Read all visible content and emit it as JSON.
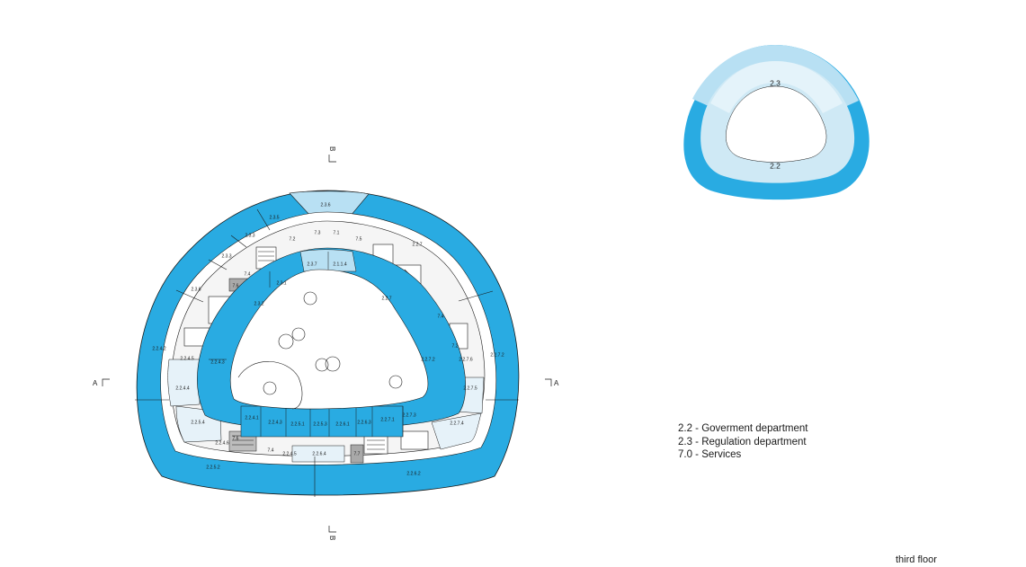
{
  "colors": {
    "dept_2_2": "#29abe2",
    "dept_2_3": "#b8e0f3",
    "light_room": "#e6f2f9",
    "service": "#a9a9a9",
    "outline": "#1a1a1a"
  },
  "outer_ring_labels": [
    "2.3.6",
    "2.3.5",
    "2.3.3",
    "2.3.3",
    "2.3.6",
    "2.2.4.2",
    "2.2.5.2",
    "2.2.6.2",
    "2.2.7.2",
    "2.2.7"
  ],
  "inner_ring_labels": [
    "2.3.7",
    "2.1.1.4",
    "2.3.1",
    "2.3.2",
    "2.2.4.3",
    "2.2.7",
    "2.2.7.2"
  ],
  "corridor_labels": [
    "7.3",
    "7.1",
    "7.2",
    "7.5",
    "7.4",
    "7.6",
    "7.4",
    "7.2",
    "2.2.7.6",
    "2.2.4.5",
    "2.2.4.4",
    "2.2.5.4",
    "2.2.7.5",
    "2.2.7.4",
    "7.6",
    "7.4",
    "2.2.4.5",
    "2.2.6.4",
    "7.7",
    "2.2.4.6"
  ],
  "bottom_row_labels": [
    "2.2.4.1",
    "2.2.4.3",
    "2.2.5.1",
    "2.2.5.3",
    "2.2.6.1",
    "2.2.6.3",
    "2.2.7.1",
    "2.2.7.3"
  ],
  "section_markers": {
    "a_left": "A",
    "a_right": "A",
    "b_top": "B",
    "b_bottom": "B"
  },
  "mini_plan": {
    "top_label": "2.3",
    "bottom_label": "2.2"
  },
  "legend": [
    "2.2 - Goverment department",
    "2.3 - Regulation department",
    "7.0 - Services"
  ],
  "floor_label": "third floor"
}
